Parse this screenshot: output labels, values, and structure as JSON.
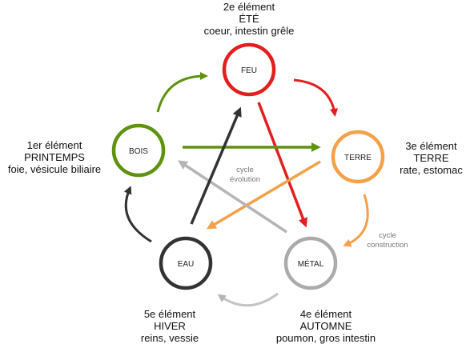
{
  "elements": {
    "feu": {
      "label": "FEU",
      "color": "#e41e1e"
    },
    "terre": {
      "label": "TERRE",
      "color": "#f4a14a"
    },
    "metal": {
      "label": "MÉTAL",
      "color": "#ababab"
    },
    "eau": {
      "label": "EAU",
      "color": "#333333"
    },
    "bois": {
      "label": "BOIS",
      "color": "#5e920f"
    }
  },
  "captions": {
    "feu": {
      "line1": "2e élément",
      "line2": "ÉTÉ",
      "line3": "coeur, intestin grêle"
    },
    "terre": {
      "line1": "3e élément",
      "line2": "TERRE",
      "line3": "rate, estomac"
    },
    "metal": {
      "line1": "4e élément",
      "line2": "AUTOMNE",
      "line3": "poumon, gros intestin"
    },
    "eau": {
      "line1": "5e élément",
      "line2": "HIVER",
      "line3": "reins, vessie"
    },
    "bois": {
      "line1": "1er élément",
      "line2": "PRINTEMPS",
      "line3": "foie, vésicule biliaire"
    }
  },
  "cycles": {
    "evolution": {
      "line1": "cycle",
      "line2": "évolution"
    },
    "construction": {
      "line1": "cycle",
      "line2": "construction"
    }
  }
}
